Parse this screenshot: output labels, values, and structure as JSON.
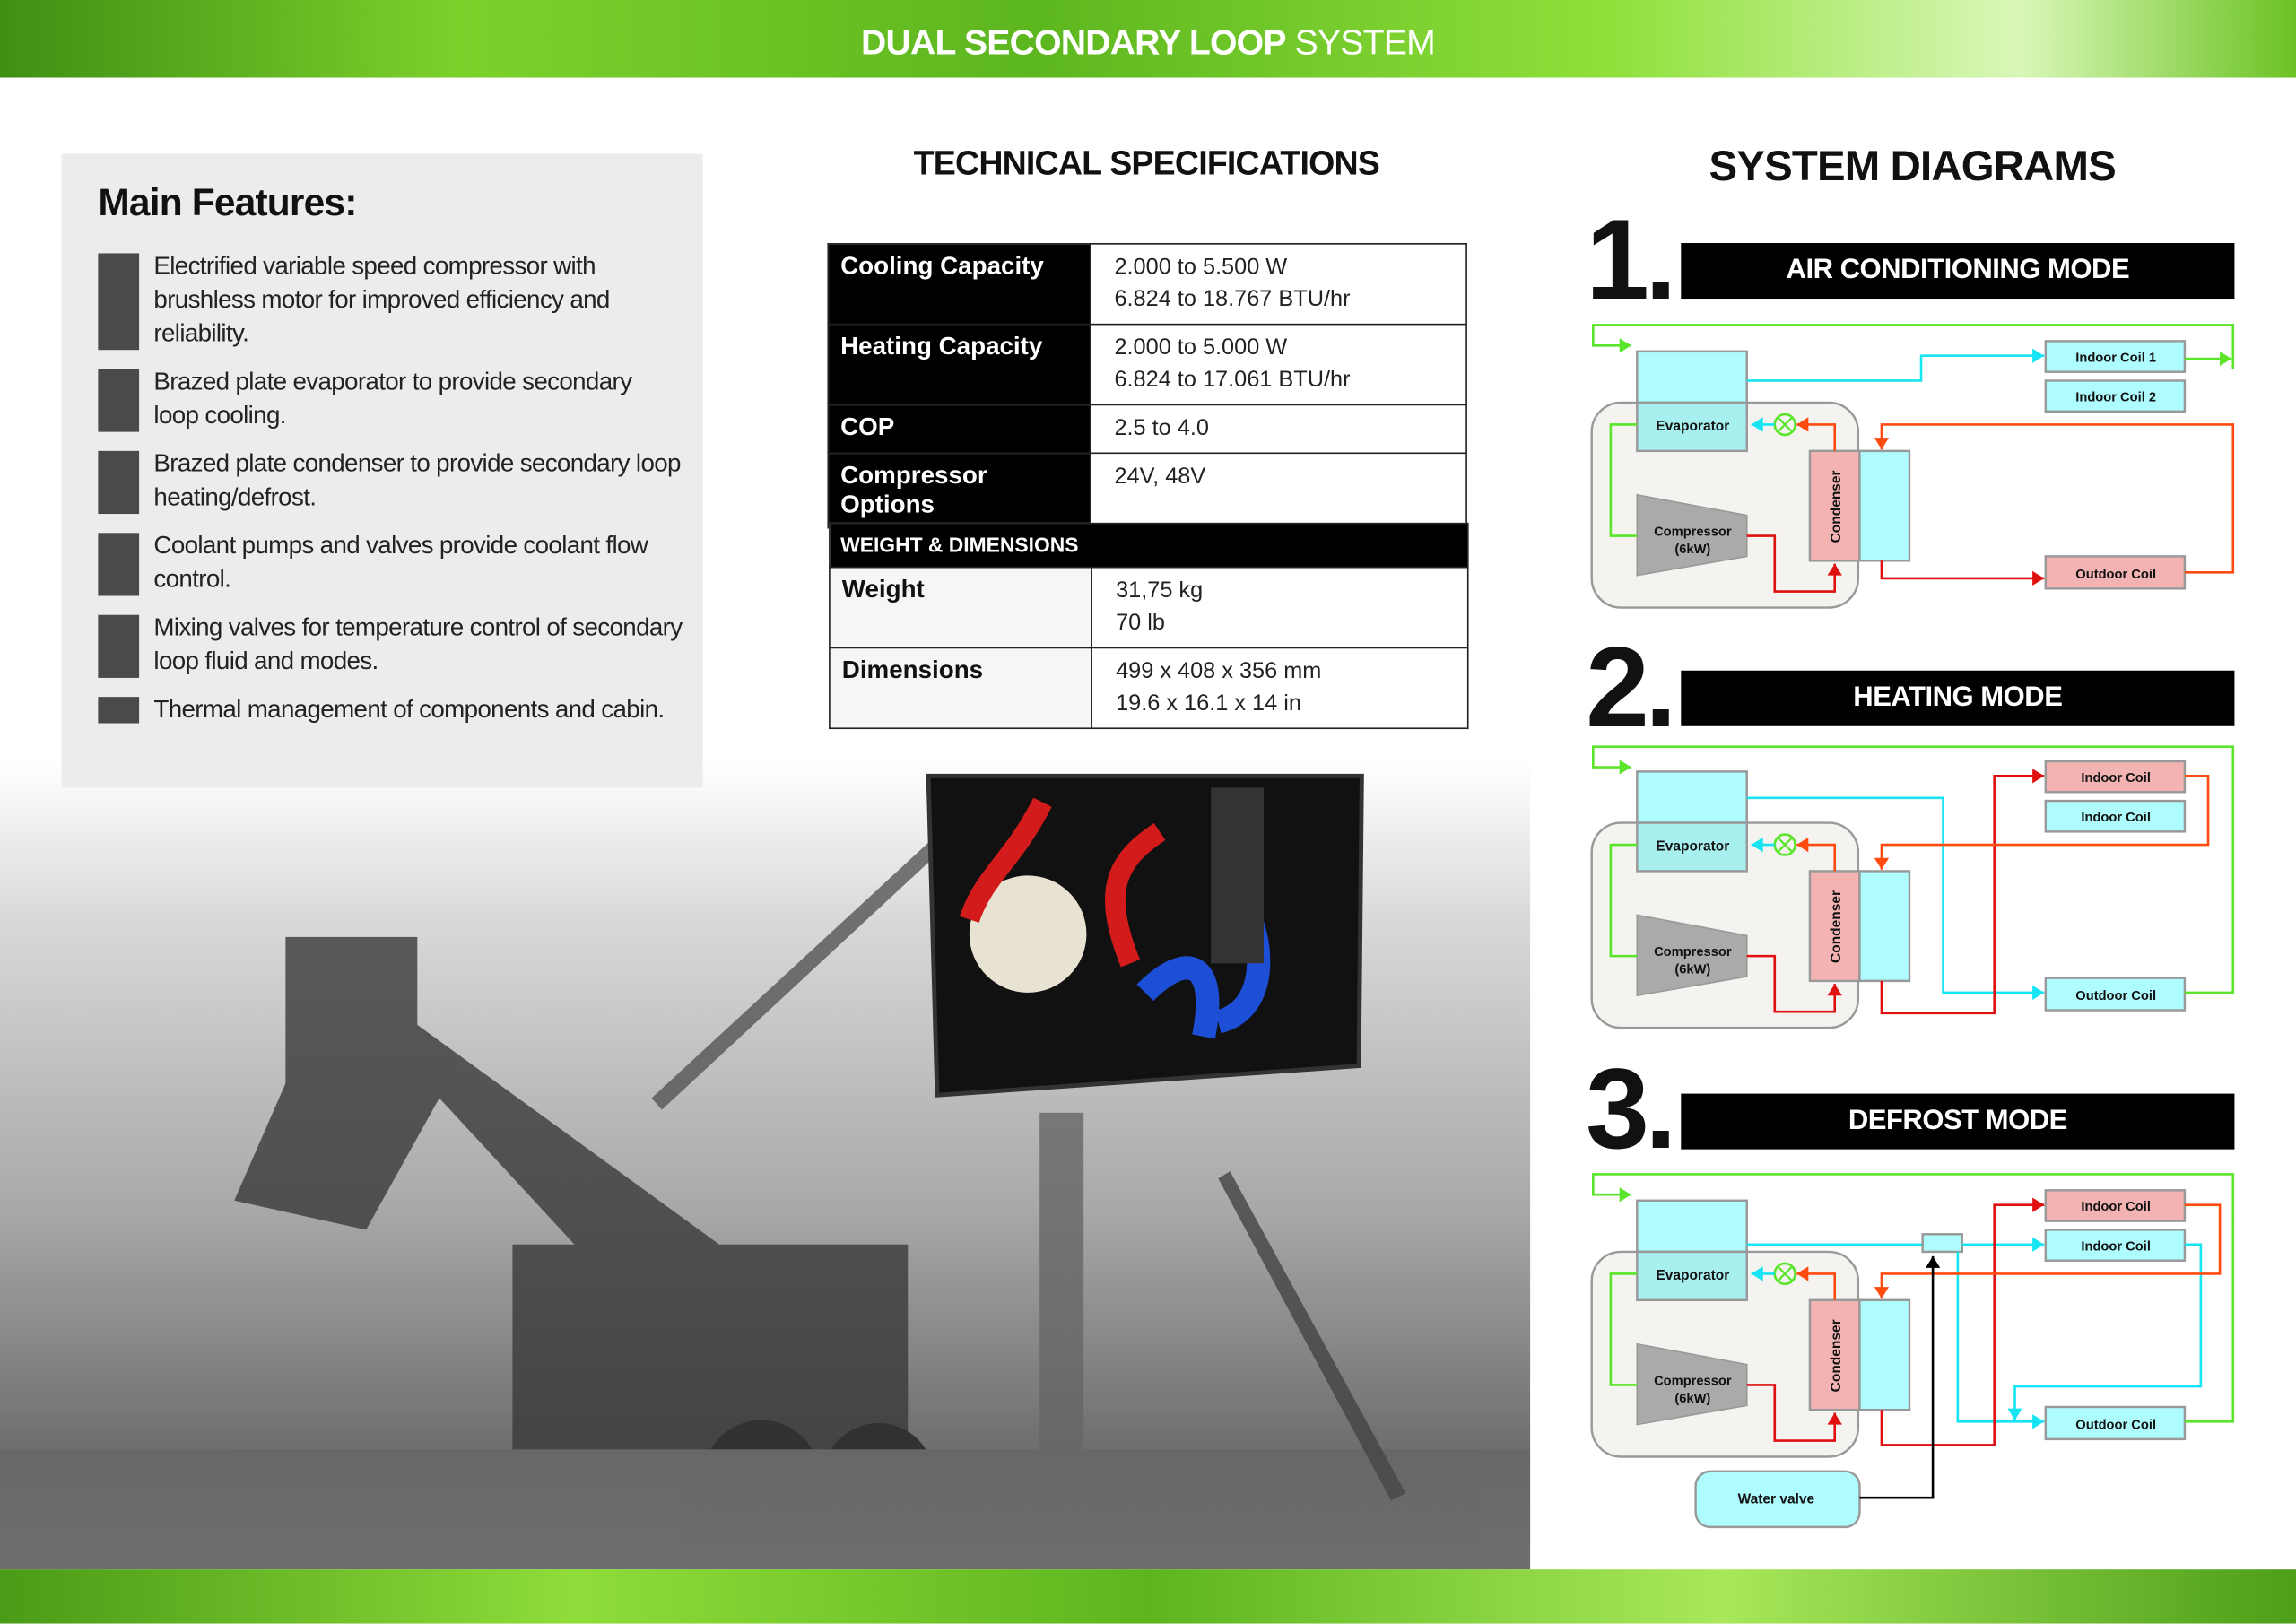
{
  "header": {
    "title_bold": "DUAL SECONDARY LOOP",
    "title_light": " SYSTEM"
  },
  "features": {
    "title": "Main Features:",
    "items": [
      "Electrified variable speed compressor with brushless motor for improved efficiency and reliability.",
      "Brazed plate evaporator to provide secondary loop cooling.",
      "Brazed plate condenser to provide secondary loop heating/defrost.",
      "Coolant pumps and valves provide coolant flow control.",
      "Mixing valves for temperature control of secondary loop fluid and modes.",
      "Thermal management of components and cabin."
    ]
  },
  "specs": {
    "title": "TECHNICAL SPECIFICATIONS",
    "rows": [
      {
        "label": "Cooling Capacity",
        "v1": "2.000 to 5.500 W",
        "v2": "6.824 to 18.767 BTU/hr"
      },
      {
        "label": "Heating Capacity",
        "v1": "2.000 to 5.000 W",
        "v2": "6.824 to 17.061 BTU/hr"
      },
      {
        "label": "COP",
        "v1": "2.5 to 4.0",
        "v2": ""
      },
      {
        "label": "Compressor Options",
        "v1": "24V, 48V",
        "v2": ""
      }
    ]
  },
  "weight_dims": {
    "title": "WEIGHT & DIMENSIONS",
    "rows": [
      {
        "label": "Weight",
        "v1": "31,75 kg",
        "v2": "70 lb"
      },
      {
        "label": "Dimensions",
        "v1": "499 x 408 x 356 mm",
        "v2": "19.6 x 16.1 x 14 in"
      }
    ]
  },
  "diagrams": {
    "title": "SYSTEM DIAGRAMS",
    "common": {
      "evaporator": "Evaporator",
      "compressor_l1": "Compressor",
      "compressor_l2": "(6kW)",
      "condenser": "Condenser",
      "outdoor_coil": "Outdoor Coil"
    },
    "modes": [
      {
        "number": "1.",
        "title": "AIR CONDITIONING MODE",
        "coil_top": "Indoor Coil 1",
        "coil_bottom": "Indoor Coil 2"
      },
      {
        "number": "2.",
        "title": "HEATING MODE",
        "coil_top": "Indoor Coil",
        "coil_bottom": "Indoor Coil"
      },
      {
        "number": "3.",
        "title": "DEFROST MODE",
        "coil_top": "Indoor Coil",
        "coil_bottom": "Indoor Coil",
        "water_valve": "Water valve"
      }
    ],
    "colors": {
      "cyan": "#aefcfd",
      "pink": "#f3b3b3",
      "green": "#5be52a",
      "line_cyan": "#16e4f2",
      "red": "#e01010",
      "orange": "#ff4a10",
      "unit_bg": "#f4f3f0"
    }
  }
}
